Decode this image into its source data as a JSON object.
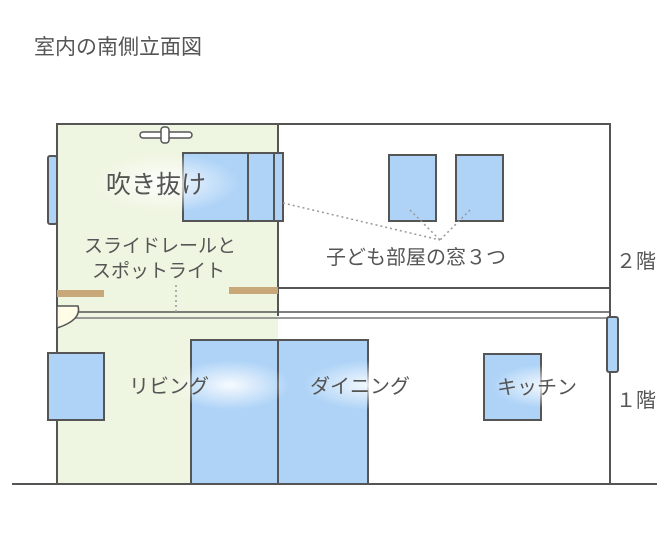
{
  "title": "室内の南側立面図",
  "labels": {
    "fukinuke": "吹き抜け",
    "slide1": "スライドレールと",
    "slide2": "スポットライト",
    "kids": "子ども部屋の窓３つ",
    "floor2": "２階",
    "floor1": "１階",
    "living": "リビング",
    "dining": "ダイニング",
    "kitchen": "キッチン"
  },
  "colors": {
    "window": "#aed3f7",
    "open_area": "#eef5e0",
    "rail": "#c8a878",
    "line": "#555555"
  }
}
